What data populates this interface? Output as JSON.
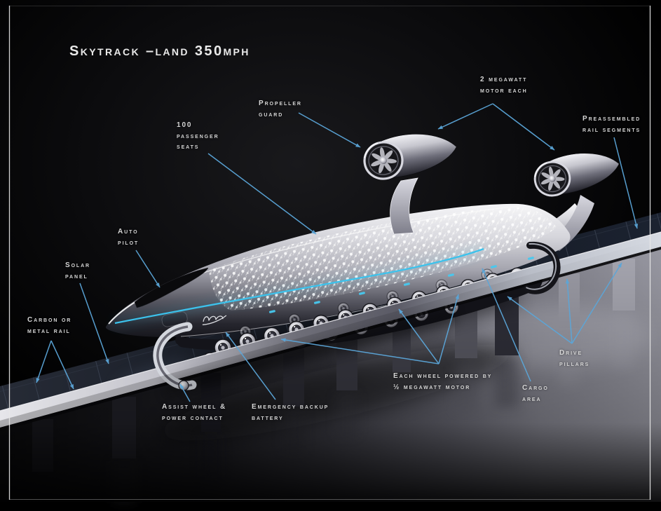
{
  "title": "Skytrack –land 350mph",
  "colors": {
    "background": "#000000",
    "arrow_accent": "#5ba6d9",
    "body_stripe_cyan": "#3cc2ec",
    "label_text": "#d6d6d6"
  },
  "labels": [
    {
      "id": "propeller-guard",
      "lines": [
        "Propeller",
        "guard"
      ]
    },
    {
      "id": "megawatt-motor",
      "lines": [
        "2 megawatt",
        "motor each"
      ]
    },
    {
      "id": "rail-segments",
      "lines": [
        "Preassembled",
        "rail segments"
      ]
    },
    {
      "id": "passenger-seats",
      "lines": [
        "100",
        "passenger",
        "seats"
      ]
    },
    {
      "id": "auto-pilot",
      "lines": [
        "Auto",
        "pilot"
      ]
    },
    {
      "id": "solar-panel",
      "lines": [
        "Solar",
        "panel"
      ]
    },
    {
      "id": "carbon-rail",
      "lines": [
        "Carbon  or",
        "metal rail"
      ]
    },
    {
      "id": "assist-wheel",
      "lines": [
        "Assist wheel &",
        "power contact"
      ]
    },
    {
      "id": "backup-battery",
      "lines": [
        "Emergency backup",
        "battery"
      ]
    },
    {
      "id": "wheel-motor",
      "lines": [
        "Each wheel powered by",
        "½ megawatt motor"
      ]
    },
    {
      "id": "cargo-area",
      "lines": [
        "Cargo",
        "area"
      ]
    },
    {
      "id": "drive-pillars",
      "lines": [
        "Drive",
        "pillars"
      ]
    }
  ]
}
